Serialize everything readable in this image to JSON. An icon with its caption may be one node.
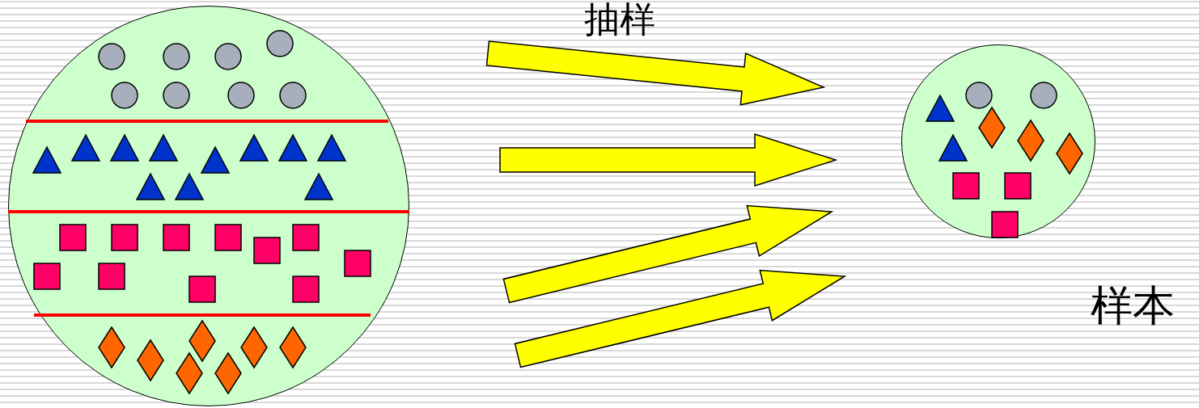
{
  "diagram": {
    "nodes": [
      {
        "text": [],
        "shape": "circle"
      },
      {
        "text": [],
        "shape": "circle",
        "beside": [
          "样本"
        ]
      }
    ],
    "edges": [
      {
        "from": 0,
        "to": 1,
        "arrow": "to"
      },
      {
        "from": 0,
        "to": 1,
        "arrow": "to"
      },
      {
        "from": 0,
        "to": 1,
        "arrow": "to"
      },
      {
        "from": 0,
        "to": 1,
        "arrow": "to"
      }
    ],
    "labels": [
      "抽样"
    ]
  }
}
